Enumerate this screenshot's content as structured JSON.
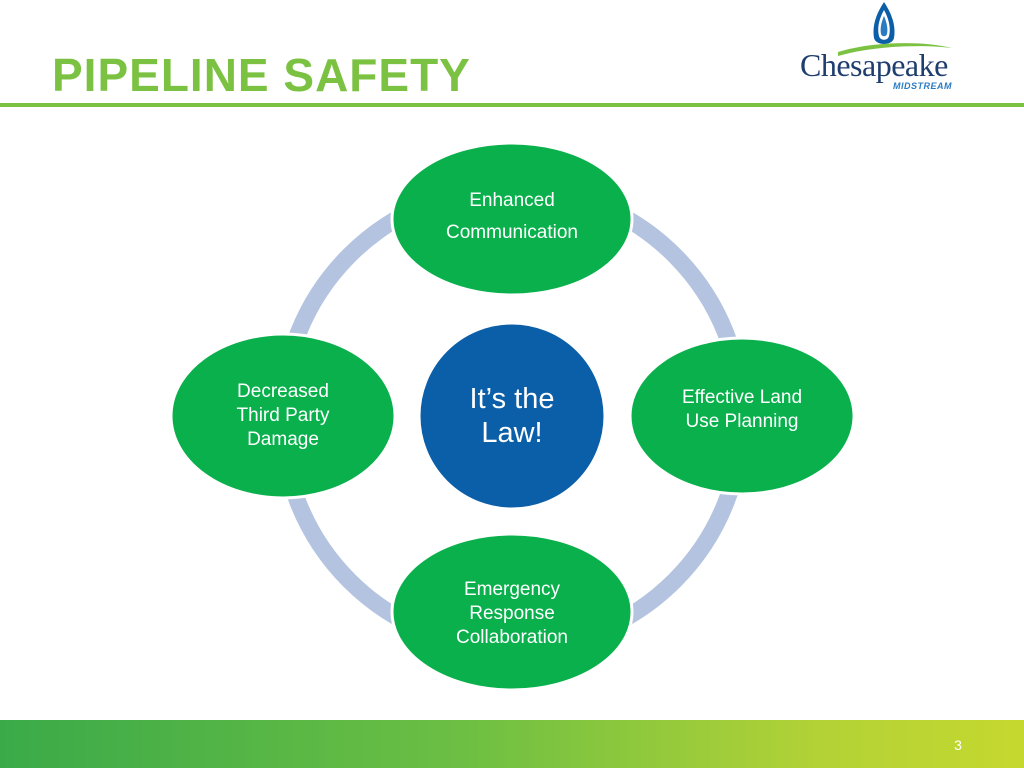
{
  "title": "PIPELINE SAFETY",
  "logo": {
    "wordmark": "Chesapeake",
    "subtitle": "MIDSTREAM",
    "colors": {
      "navy": "#1f3e6e",
      "blue": "#2a7bc1",
      "green": "#7cc242"
    }
  },
  "diagram": {
    "center": {
      "line1": "It’s the",
      "line2": "Law!",
      "color": "#0b5ea8"
    },
    "nodes": [
      {
        "id": "top",
        "lines": [
          "Enhanced",
          "Communication"
        ]
      },
      {
        "id": "right",
        "lines": [
          "Effective Land",
          "Use Planning"
        ]
      },
      {
        "id": "bottom",
        "lines": [
          "Emergency",
          "Response",
          "Collaboration"
        ]
      },
      {
        "id": "left",
        "lines": [
          "Decreased",
          "Third Party",
          "Damage"
        ]
      }
    ],
    "node_color": "#09b04c",
    "ring_color": "#b4c4e0"
  },
  "footer": {
    "page_number": "3"
  }
}
